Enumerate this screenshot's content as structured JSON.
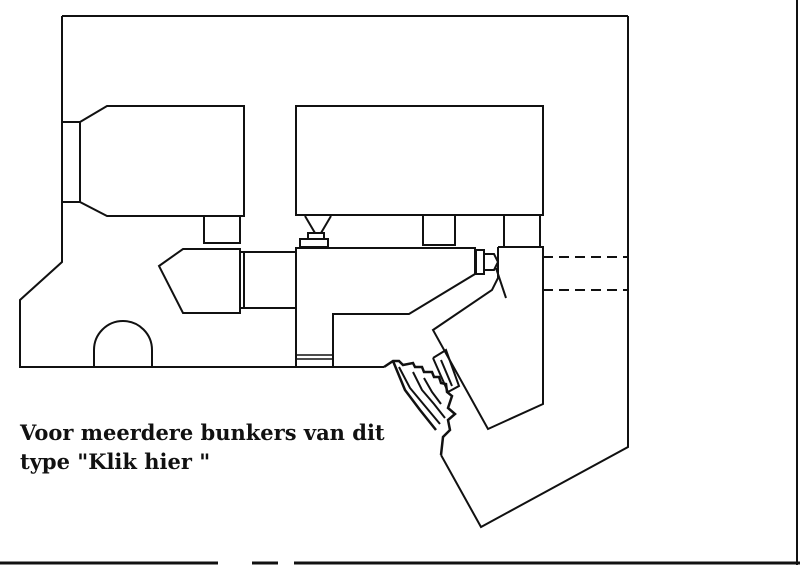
{
  "caption": {
    "line1": "Voor meerdere bunkers van dit",
    "line2_prefix": "type ",
    "link": "\"Klik hier \""
  },
  "colors": {
    "line": "#111111",
    "background": "#ffffff"
  }
}
